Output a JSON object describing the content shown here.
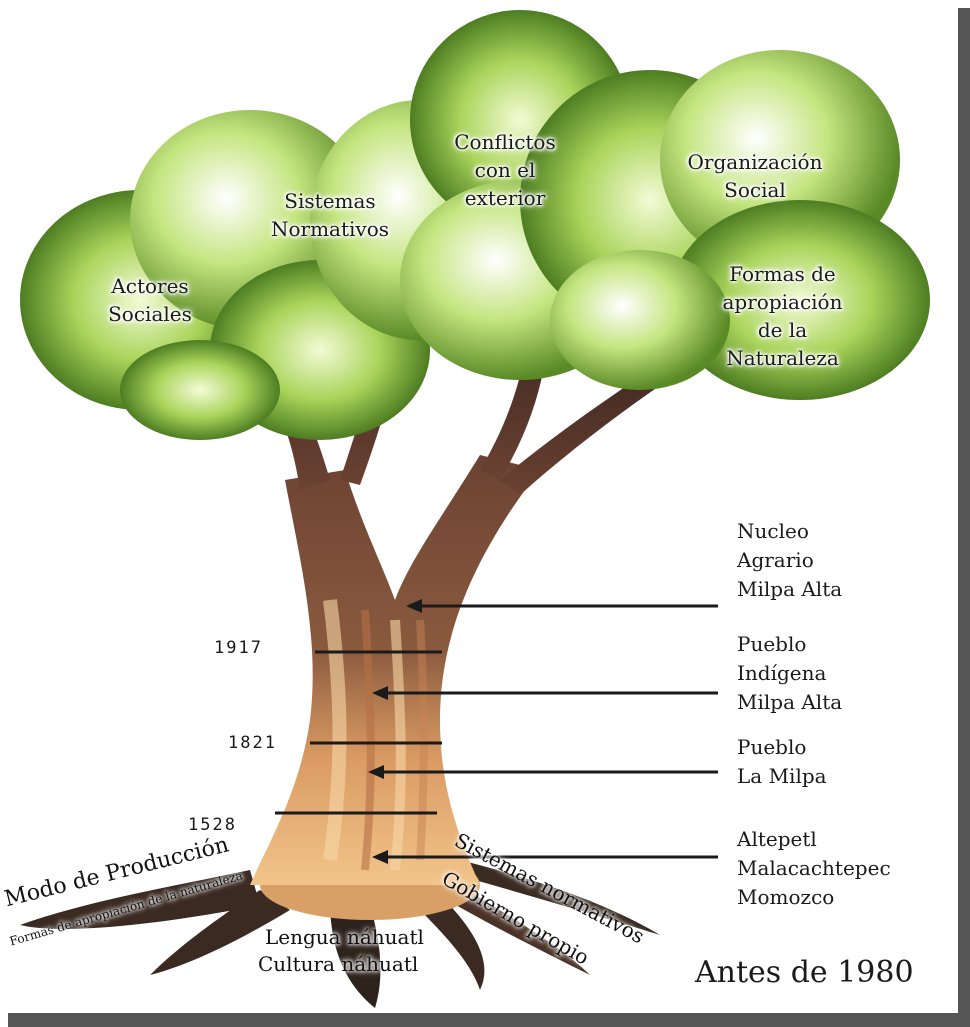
{
  "canopy_labels": {
    "actores": [
      "Actores",
      "Sociales"
    ],
    "sistemas": [
      "Sistemas",
      "Normativos"
    ],
    "conflictos": [
      "Conflictos",
      "con el",
      "exterior"
    ],
    "organizacion": [
      "Organización",
      "Social"
    ],
    "formas": [
      "Formas de",
      "apropiación",
      "de la",
      "Naturaleza"
    ]
  },
  "timeline": {
    "years": [
      "1917",
      "1821",
      "1528"
    ],
    "stages": [
      {
        "lines": [
          "Nucleo",
          "Agrario",
          "Milpa Alta"
        ]
      },
      {
        "lines": [
          "Pueblo",
          "Indígena",
          "Milpa Alta"
        ]
      },
      {
        "lines": [
          "Pueblo",
          "La Milpa"
        ]
      },
      {
        "lines": [
          "Altepetl",
          "Malacachtepec",
          "Momozco"
        ]
      }
    ]
  },
  "roots": {
    "left_main": "Modo de Producción",
    "left_sub": "Formas de apropiación de la naturaleza",
    "center_1": "Lengua náhuatl",
    "center_2": "Cultura náhuatl",
    "right_main": "Sistemas normativos",
    "right_sub": "Gobierno propio"
  },
  "era_label": "Antes de 1980",
  "colors": {
    "trunk_dark": "#5a3a2c",
    "trunk_mid": "#8a5a3e",
    "trunk_light": "#e8b27a",
    "leaf_dark": "#3f6a1a",
    "leaf_mid": "#8cc63f",
    "leaf_light": "#e6f7b8",
    "frame_shadow": "#555555"
  }
}
